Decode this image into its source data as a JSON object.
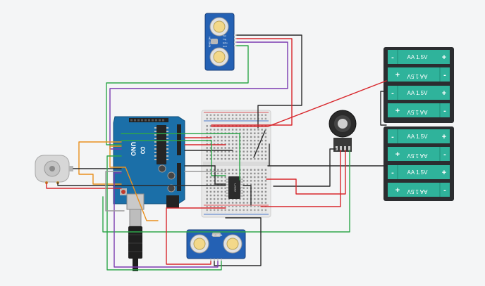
{
  "colors": {
    "canvas": "#f4f5f6",
    "arduino_board": "#1b6fa8",
    "arduino_board_dark": "#135a89",
    "sensor_board": "#2461b4",
    "battery_cell": "#2fb39b",
    "battery_holder": "#2b2d30",
    "breadboard": "#e7e7e7",
    "wire_red": "#d8262b",
    "wire_black": "#2a2a2a",
    "wire_green": "#2ea64a",
    "wire_purple": "#7b3ab0",
    "wire_orange": "#e9901e",
    "wire_gray": "#9a9a9a"
  },
  "arduino": {
    "logo_text": "UNO",
    "brand_icon": "infinity-icon"
  },
  "ultrasonic_sensor": {
    "label": "HC-SR04",
    "pin_labels": [
      "Vcc",
      "Trig",
      "Echo",
      "Gnd"
    ]
  },
  "battery_packs": [
    {
      "cells": [
        "AA 1.5V",
        "AA 1.5V",
        "AA 1.5V",
        "AA 1.5V"
      ]
    },
    {
      "cells": [
        "AA 1.5V",
        "AA 1.5V",
        "AA 1.5V",
        "AA 1.5V"
      ]
    }
  ],
  "battery_terminals": {
    "plus": "+",
    "minus": "-"
  },
  "motor_driver_chip": {
    "label": "L293D"
  },
  "components_icons": {
    "dc_motor": "motor-icon",
    "potentiometer": "rotary-knob-icon",
    "usb_cable": "usb-cable-icon"
  }
}
